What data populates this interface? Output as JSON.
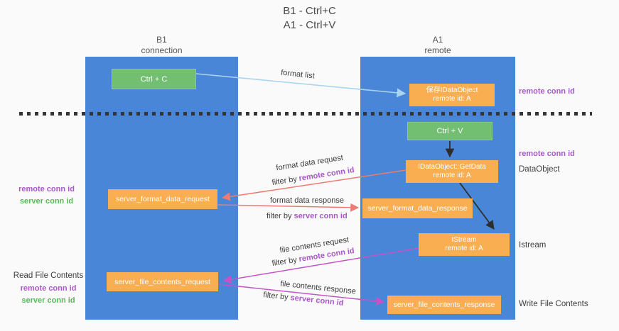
{
  "title": {
    "line1": "B1 - Ctrl+C",
    "line2": "A1 - Ctrl+V"
  },
  "lanes": {
    "left": {
      "title": "B1",
      "subtitle": "connection"
    },
    "right": {
      "title": "A1",
      "subtitle": "remote"
    }
  },
  "nodes": {
    "ctrl_c": {
      "label": "Ctrl + C"
    },
    "ctrl_v": {
      "label": "Ctrl + V"
    },
    "save_idataobject": {
      "line1": "保存IDataObject",
      "line2": "remote id: A"
    },
    "getdata": {
      "line1": "IDataObject::GetData",
      "line2": "remote id: A"
    },
    "istream": {
      "line1": "IStream",
      "line2": "remote id: A"
    },
    "server_format_data_request": {
      "label": "server_format_data_request"
    },
    "server_format_data_response": {
      "label": "server_format_data_response"
    },
    "server_file_contents_request": {
      "label": "server_file_contents_request"
    },
    "server_file_contents_response": {
      "label": "server_file_contents_response"
    }
  },
  "edges": {
    "format_list": {
      "label": "format list"
    },
    "format_data_request": {
      "label": "format data request",
      "filter_prefix": "filter by",
      "filter_key": "remote conn id"
    },
    "format_data_response": {
      "label": "format data response",
      "filter_prefix": "filter by",
      "filter_key": "server conn id"
    },
    "file_contents_request": {
      "label": "file contents request",
      "filter_prefix": "filter by",
      "filter_key": "remote conn id"
    },
    "file_contents_response": {
      "label": "file contents response",
      "filter_prefix": "filter by",
      "filter_key": "server conn id"
    }
  },
  "annotations": {
    "right": {
      "remote_conn_id_top": "remote conn id",
      "remote_conn_id_mid": "remote conn id",
      "dataobject": "DataObject",
      "istream": "Istream",
      "write_file_contents": "Write File Contents"
    },
    "left": {
      "remote_conn_id_mid": "remote conn id",
      "server_conn_id_mid": "server conn id",
      "read_file_contents": "Read File Contents",
      "remote_conn_id_bottom": "remote conn id",
      "server_conn_id_bottom": "server conn id"
    }
  },
  "colors": {
    "lane_blue": "#4a86d8",
    "node_green": "#72bf72",
    "node_orange": "#f9ae51",
    "arrow_light_blue": "#a9d3ef",
    "arrow_black": "#2d2d2d",
    "arrow_red": "#ec7c72",
    "arrow_magenta": "#c653c6",
    "text_purple": "#a958c8",
    "text_green": "#57b957",
    "divider_black": "#353535"
  }
}
